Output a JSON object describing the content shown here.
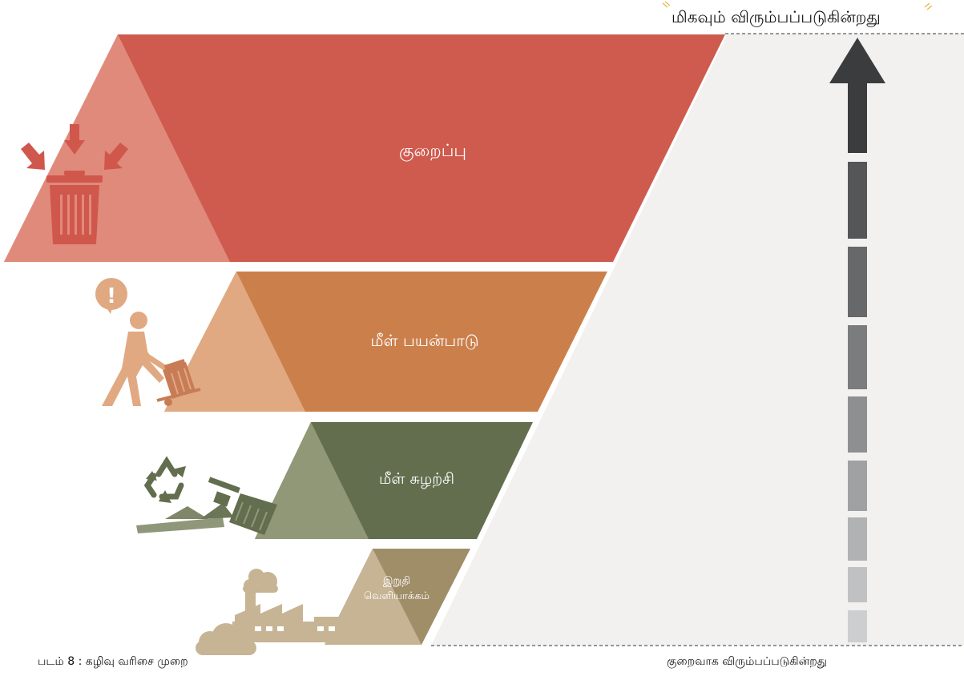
{
  "top_label": "மிகவும் விரும்பப்படுகின்றது",
  "bottom_label": "குறைவாக விரும்பப்படுகின்றது",
  "caption": "படம் 8 : கழிவு வரிசை முறை",
  "tiers": [
    {
      "label": "குறைப்பு",
      "color": "#cf5b4f",
      "tint": "#e08a7c",
      "icon": "trash-bin-icon"
    },
    {
      "label": "மீள் பயன்பாடு",
      "color": "#cb804c",
      "tint": "#e0a981",
      "icon": "person-trolley-icon"
    },
    {
      "label": "மீள் சுழற்சி",
      "color": "#636e4e",
      "tint": "#919878",
      "icon": "recycle-icon"
    },
    {
      "label_line1": "இறுதி",
      "label_line2": "வெளியாக்கம்",
      "color": "#a08e68",
      "tint": "#c6b494",
      "icon": "factory-icon"
    }
  ],
  "colors": {
    "panel": "#f2f1ef",
    "arrow_dark": "#3b3c3e"
  }
}
